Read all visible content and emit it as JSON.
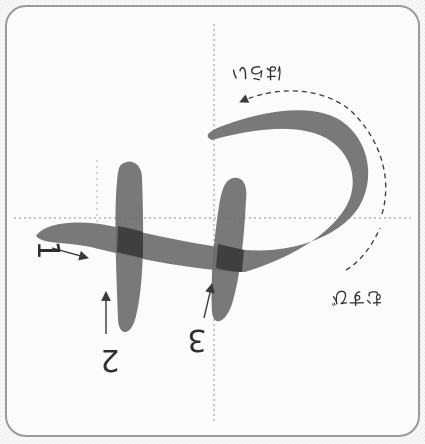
{
  "diagram": {
    "stroke_numbers": [
      "1",
      "2",
      "3"
    ],
    "annotations": {
      "top": "はらい",
      "right": "むすび"
    },
    "colors": {
      "stroke_fill": "#6e6e6e",
      "stroke_overlap": "#3f3f3f",
      "frame": "#9a9a9a",
      "guide_line": "#8f8f8f",
      "arrow": "#3a3a3a",
      "background": "#fbfbfb"
    }
  }
}
